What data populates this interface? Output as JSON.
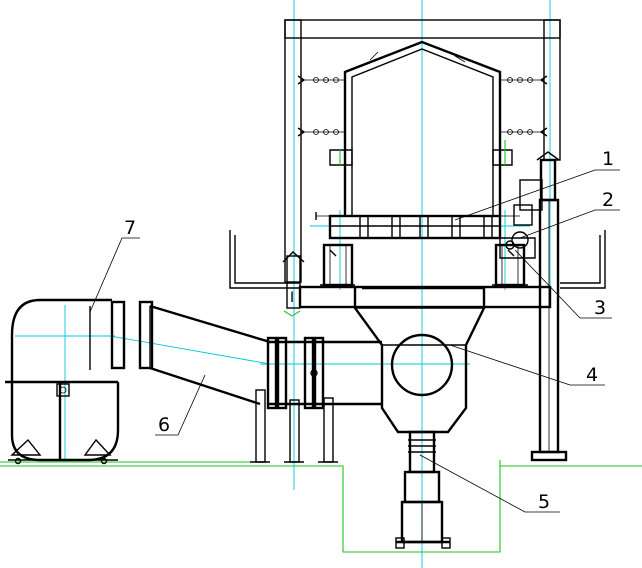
{
  "labels": {
    "c1": "1",
    "c2": "2",
    "c3": "3",
    "c4": "4",
    "c5": "5",
    "c6": "6",
    "c7": "7"
  },
  "colors": {
    "line": "#000000",
    "centerline": "#00c8d8",
    "ground": "#1fc21f"
  }
}
